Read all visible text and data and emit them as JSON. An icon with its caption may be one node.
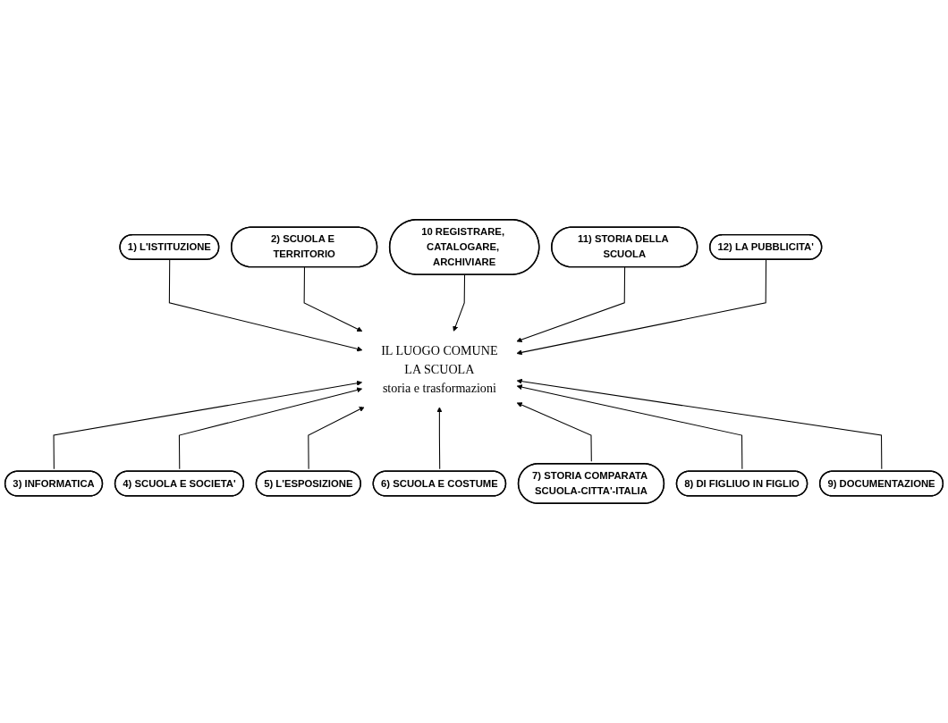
{
  "diagram": {
    "nodes": [
      {
        "text": [
          "IL LUOGO COMUNE",
          "LA SCUOLA",
          "storia e trasformazioni"
        ]
      },
      {
        "text": [
          "1) L'ISTITUZIONE"
        ]
      },
      {
        "text": [
          "2) SCUOLA E TERRITORIO"
        ]
      },
      {
        "text": [
          "3) INFORMATICA"
        ]
      },
      {
        "text": [
          "4) SCUOLA E SOCIETA'"
        ]
      },
      {
        "text": [
          "5) L'ESPOSIZIONE"
        ]
      },
      {
        "text": [
          "6) SCUOLA E COSTUME"
        ]
      },
      {
        "text": [
          "7) STORIA COMPARATA SCUOLA-CITTA'-ITALIA"
        ]
      },
      {
        "text": [
          "8) DI FIGLIUO IN FIGLIO"
        ]
      },
      {
        "text": [
          "9) DOCUMENTAZIONE"
        ]
      },
      {
        "text": [
          "10 REGISTRARE, CATALOGARE, ARCHIVIARE"
        ]
      },
      {
        "text": [
          "11) STORIA DELLA SCUOLA"
        ]
      },
      {
        "text": [
          "12) LA PUBBLICITA'"
        ]
      }
    ],
    "edges": [
      {
        "from": 1,
        "to": 0,
        "arrow": "to"
      },
      {
        "from": 2,
        "to": 0,
        "arrow": "to"
      },
      {
        "from": 3,
        "to": 0,
        "arrow": "to"
      },
      {
        "from": 4,
        "to": 0,
        "arrow": "to"
      },
      {
        "from": 5,
        "to": 0,
        "arrow": "to"
      },
      {
        "from": 6,
        "to": 0,
        "arrow": "to"
      },
      {
        "from": 7,
        "to": 0,
        "arrow": "to"
      },
      {
        "from": 8,
        "to": 0,
        "arrow": "to"
      },
      {
        "from": 9,
        "to": 0,
        "arrow": "to"
      },
      {
        "from": 10,
        "to": 0,
        "arrow": "to"
      },
      {
        "from": 11,
        "to": 0,
        "arrow": "to"
      },
      {
        "from": 12,
        "to": 0,
        "arrow": "to"
      }
    ]
  }
}
